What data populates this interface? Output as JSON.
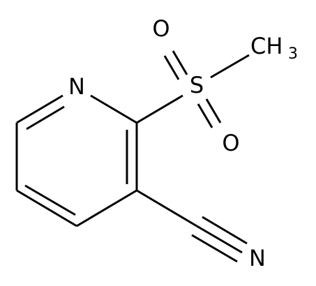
{
  "molecule": {
    "atoms": {
      "n_ring": "N",
      "s": "S",
      "o_top": "O",
      "o_bottom": "O",
      "ch3_main": "CH",
      "ch3_sub": "3",
      "n_nitrile": "N"
    }
  }
}
